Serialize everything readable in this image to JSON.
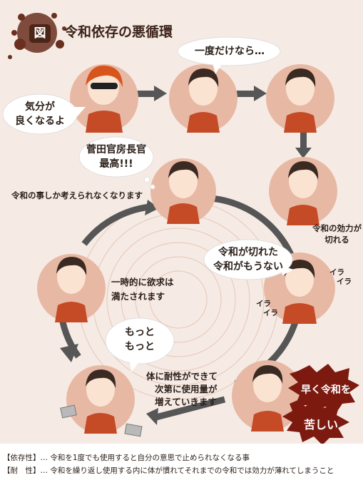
{
  "title": {
    "badge": "図",
    "text": "令和依存の悪循環"
  },
  "bubbles": {
    "feel_good": {
      "line1": "気分が",
      "line2": "良くなるよ"
    },
    "just_once": "一度だけなら…",
    "suga": {
      "line1": "菅田官房長官",
      "line2": "最高!!!"
    },
    "wears_off": {
      "line1": "令和が切れた",
      "line2": "令和がもうない"
    },
    "more": {
      "line1": "もっと",
      "line2": "もっと"
    }
  },
  "labels": {
    "only_reiwa": "令和の事しか考えられなくなります",
    "effect_wears": {
      "line1": "令和の効力が",
      "line2": "切れる"
    },
    "temporary": {
      "line1": "一時的に欲求は",
      "line2": "満たされます"
    },
    "tolerance": {
      "line1": "体に耐性ができて",
      "line2": "次第に使用量が",
      "line3": "増えていきます"
    },
    "irritation1": {
      "line1": "イラ",
      "line2": "イラ"
    },
    "irritation2": {
      "line1": "イラ",
      "line2": "イラ"
    }
  },
  "bursts": {
    "hurry": "早く令和を",
    "painful": "苦しい"
  },
  "footnotes": [
    "【依存性】… 令和を1度でも使用すると自分の意思で止められなくなる事",
    "【耐　性】… 令和を繰り返し使用する内に体が慣れてそれまでの令和では効力が薄れてしまうこと"
  ],
  "colors": {
    "panel": "#f6ebe4",
    "circle": "#e7b9a5",
    "arrow": "#565656",
    "burst": "#7c1a10",
    "shirt": "#c54a26",
    "hair": "#3a2a22",
    "dealer_hair": "#d7541d"
  }
}
